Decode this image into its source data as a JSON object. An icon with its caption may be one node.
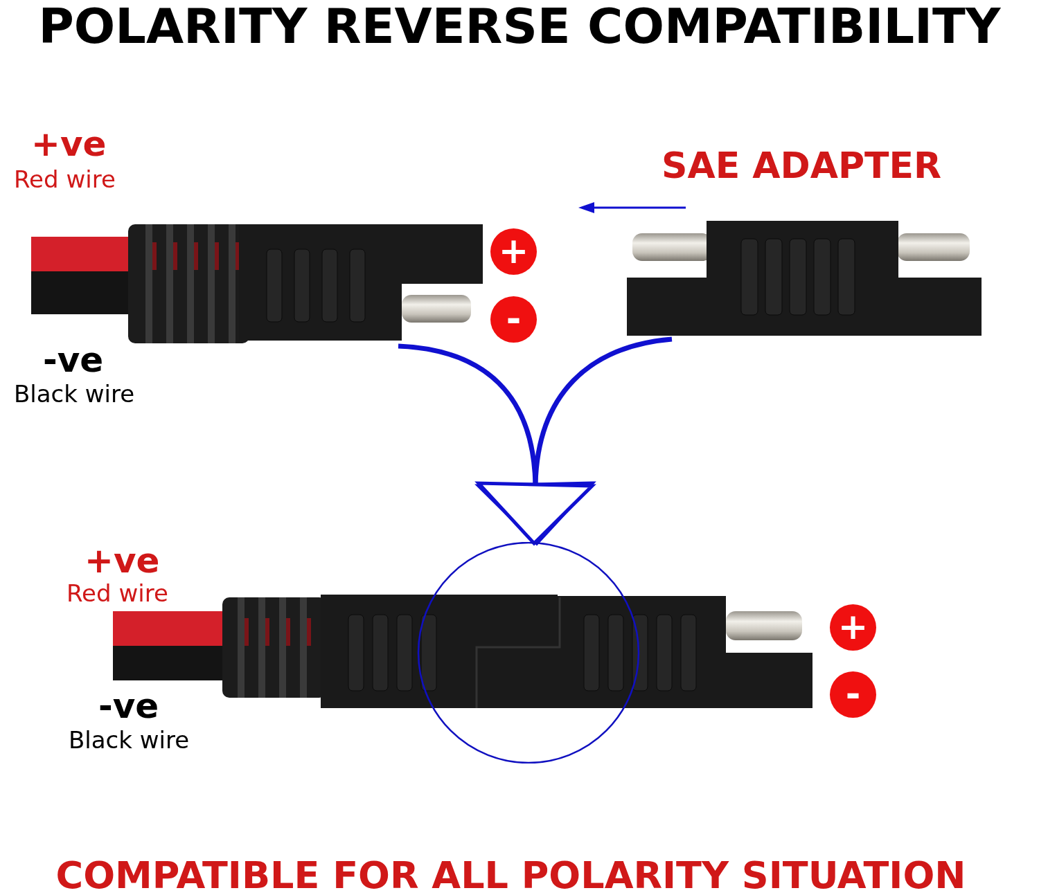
{
  "diagram": {
    "title": "POLARITY REVERSE COMPATIBILITY",
    "caption": "COMPATIBLE FOR ALL POLARITY SITUATION",
    "nodes": [
      {
        "text": [],
        "shape": "picture"
      },
      {
        "text": [],
        "shape": "picture",
        "beside": [
          "SAE ADAPTER"
        ]
      },
      {
        "text": [],
        "shape": "picture"
      }
    ],
    "edges": [
      {
        "from": 0,
        "to": 2,
        "arrow": "to"
      },
      {
        "from": 1,
        "to": 2,
        "arrow": "to"
      }
    ],
    "labels": [
      "+ve",
      "Red wire",
      "-ve",
      "Black wire",
      "+",
      "-",
      "+ve",
      "Red wire",
      "-ve",
      "Black wire",
      "+",
      "-"
    ]
  }
}
